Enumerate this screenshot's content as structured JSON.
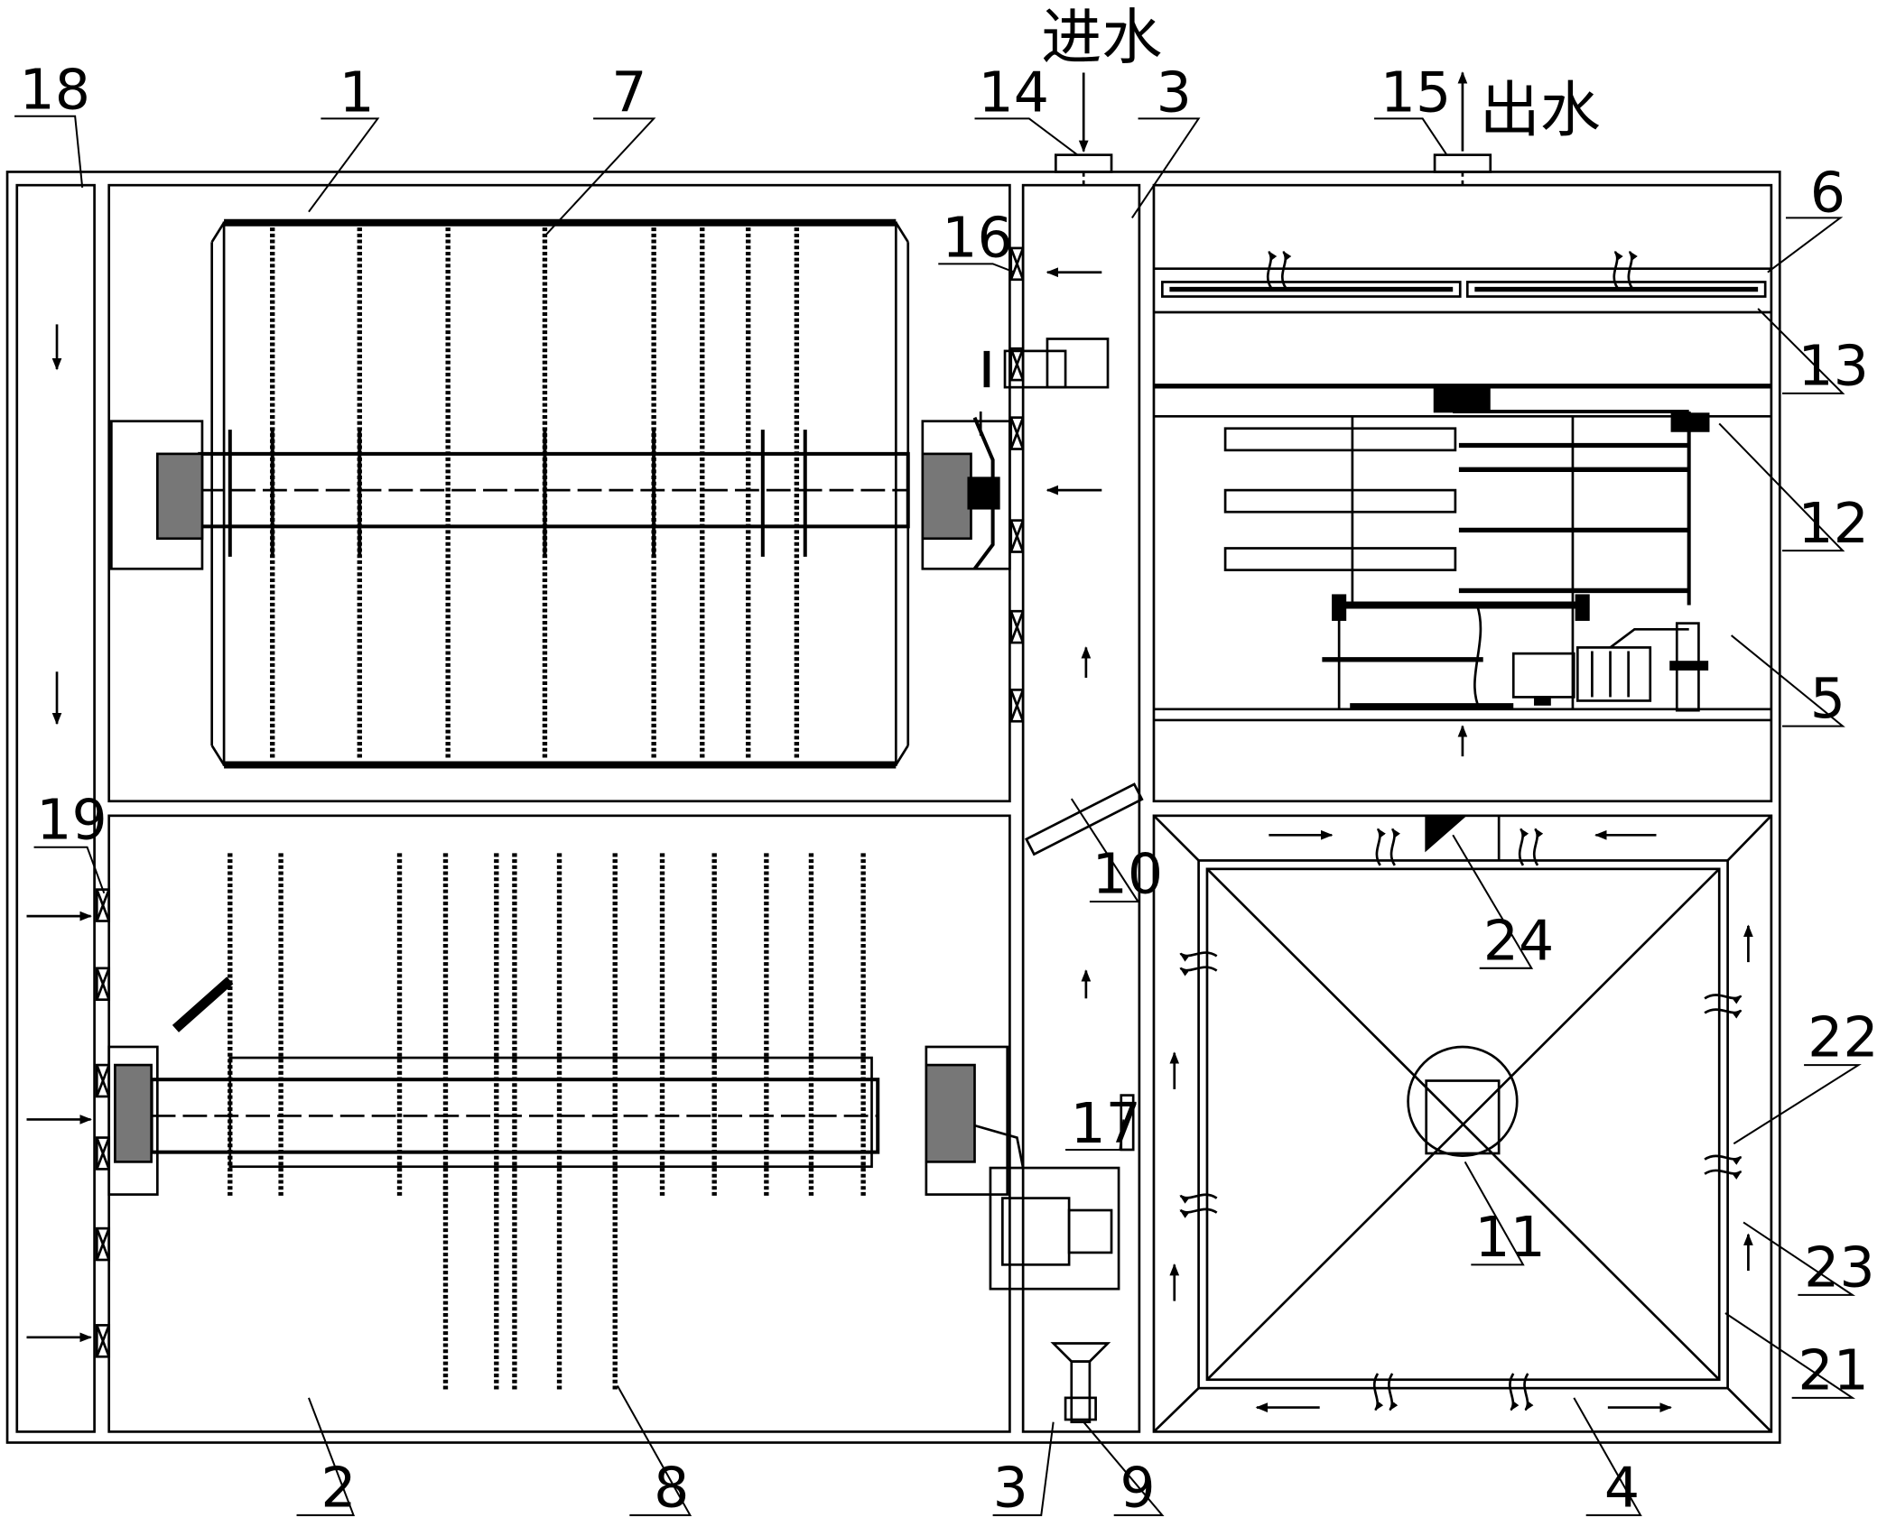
{
  "labels": {
    "inlet_text": "进水",
    "outlet_text": "出水",
    "n1": "1",
    "n2": "2",
    "n3a": "3",
    "n3b": "3",
    "n4": "4",
    "n5": "5",
    "n6": "6",
    "n7": "7",
    "n8": "8",
    "n9": "9",
    "n10": "10",
    "n11": "11",
    "n12": "12",
    "n13": "13",
    "n14": "14",
    "n15": "15",
    "n16": "16",
    "n17": "17",
    "n18": "18",
    "n19": "19",
    "n21": "21",
    "n22": "22",
    "n23": "23",
    "n24": "24"
  },
  "style": {
    "line_color": "#000000",
    "background": "#ffffff"
  }
}
